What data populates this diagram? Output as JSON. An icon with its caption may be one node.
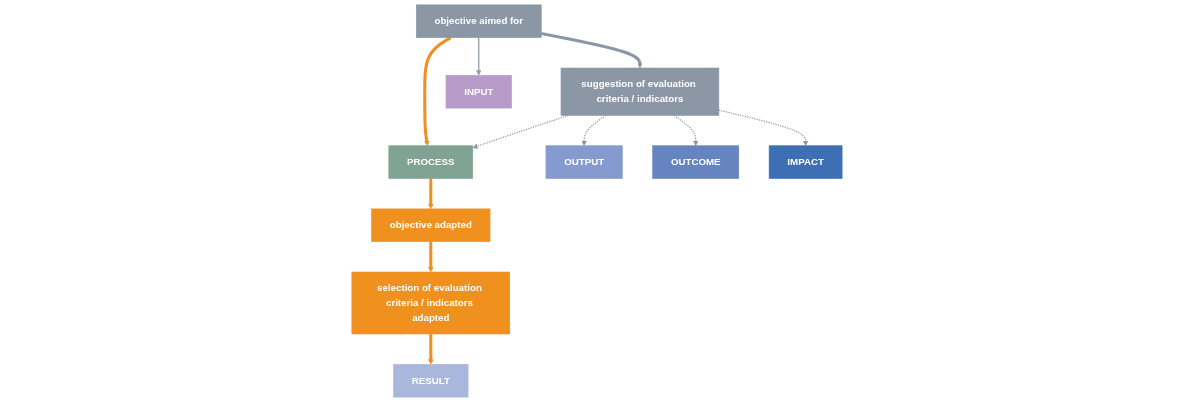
{
  "diagram": {
    "nodes": [
      {
        "text": [
          "objective aimed for"
        ]
      },
      {
        "text": [
          "suggestion of evaluation criteria / indicators"
        ]
      },
      {
        "text": [
          "INPUT"
        ]
      },
      {
        "text": [
          "PROCESS"
        ]
      },
      {
        "text": [
          "OUTPUT"
        ]
      },
      {
        "text": [
          "OUTCOME"
        ]
      },
      {
        "text": [
          "IMPACT"
        ]
      },
      {
        "text": [
          "RESULT"
        ]
      },
      {
        "text": [
          "objective adapted"
        ]
      },
      {
        "text": [
          "selection of evaluation criteria / indicators adapted"
        ]
      }
    ],
    "edges": [
      {
        "from": 0,
        "to": 1,
        "arrow": "to",
        "style": "thick"
      },
      {
        "from": 0,
        "to": 2,
        "arrow": "to"
      },
      {
        "from": 0,
        "to": 3,
        "arrow": "to",
        "style": "thick",
        "color": "#f0901e"
      },
      {
        "from": 1,
        "to": 3,
        "arrow": "to",
        "style": "dashed"
      },
      {
        "from": 1,
        "to": 4,
        "arrow": "to",
        "style": "dashed"
      },
      {
        "from": 1,
        "to": 5,
        "arrow": "to",
        "style": "dashed"
      },
      {
        "from": 1,
        "to": 6,
        "arrow": "to",
        "style": "dashed"
      },
      {
        "from": 3,
        "to": 8,
        "arrow": "to",
        "style": "thick",
        "color": "#f0901e"
      },
      {
        "from": 8,
        "to": 9,
        "arrow": "to",
        "style": "thick",
        "color": "#f0901e"
      },
      {
        "from": 9,
        "to": 7,
        "arrow": "to",
        "style": "thick",
        "color": "#f0901e"
      }
    ]
  }
}
